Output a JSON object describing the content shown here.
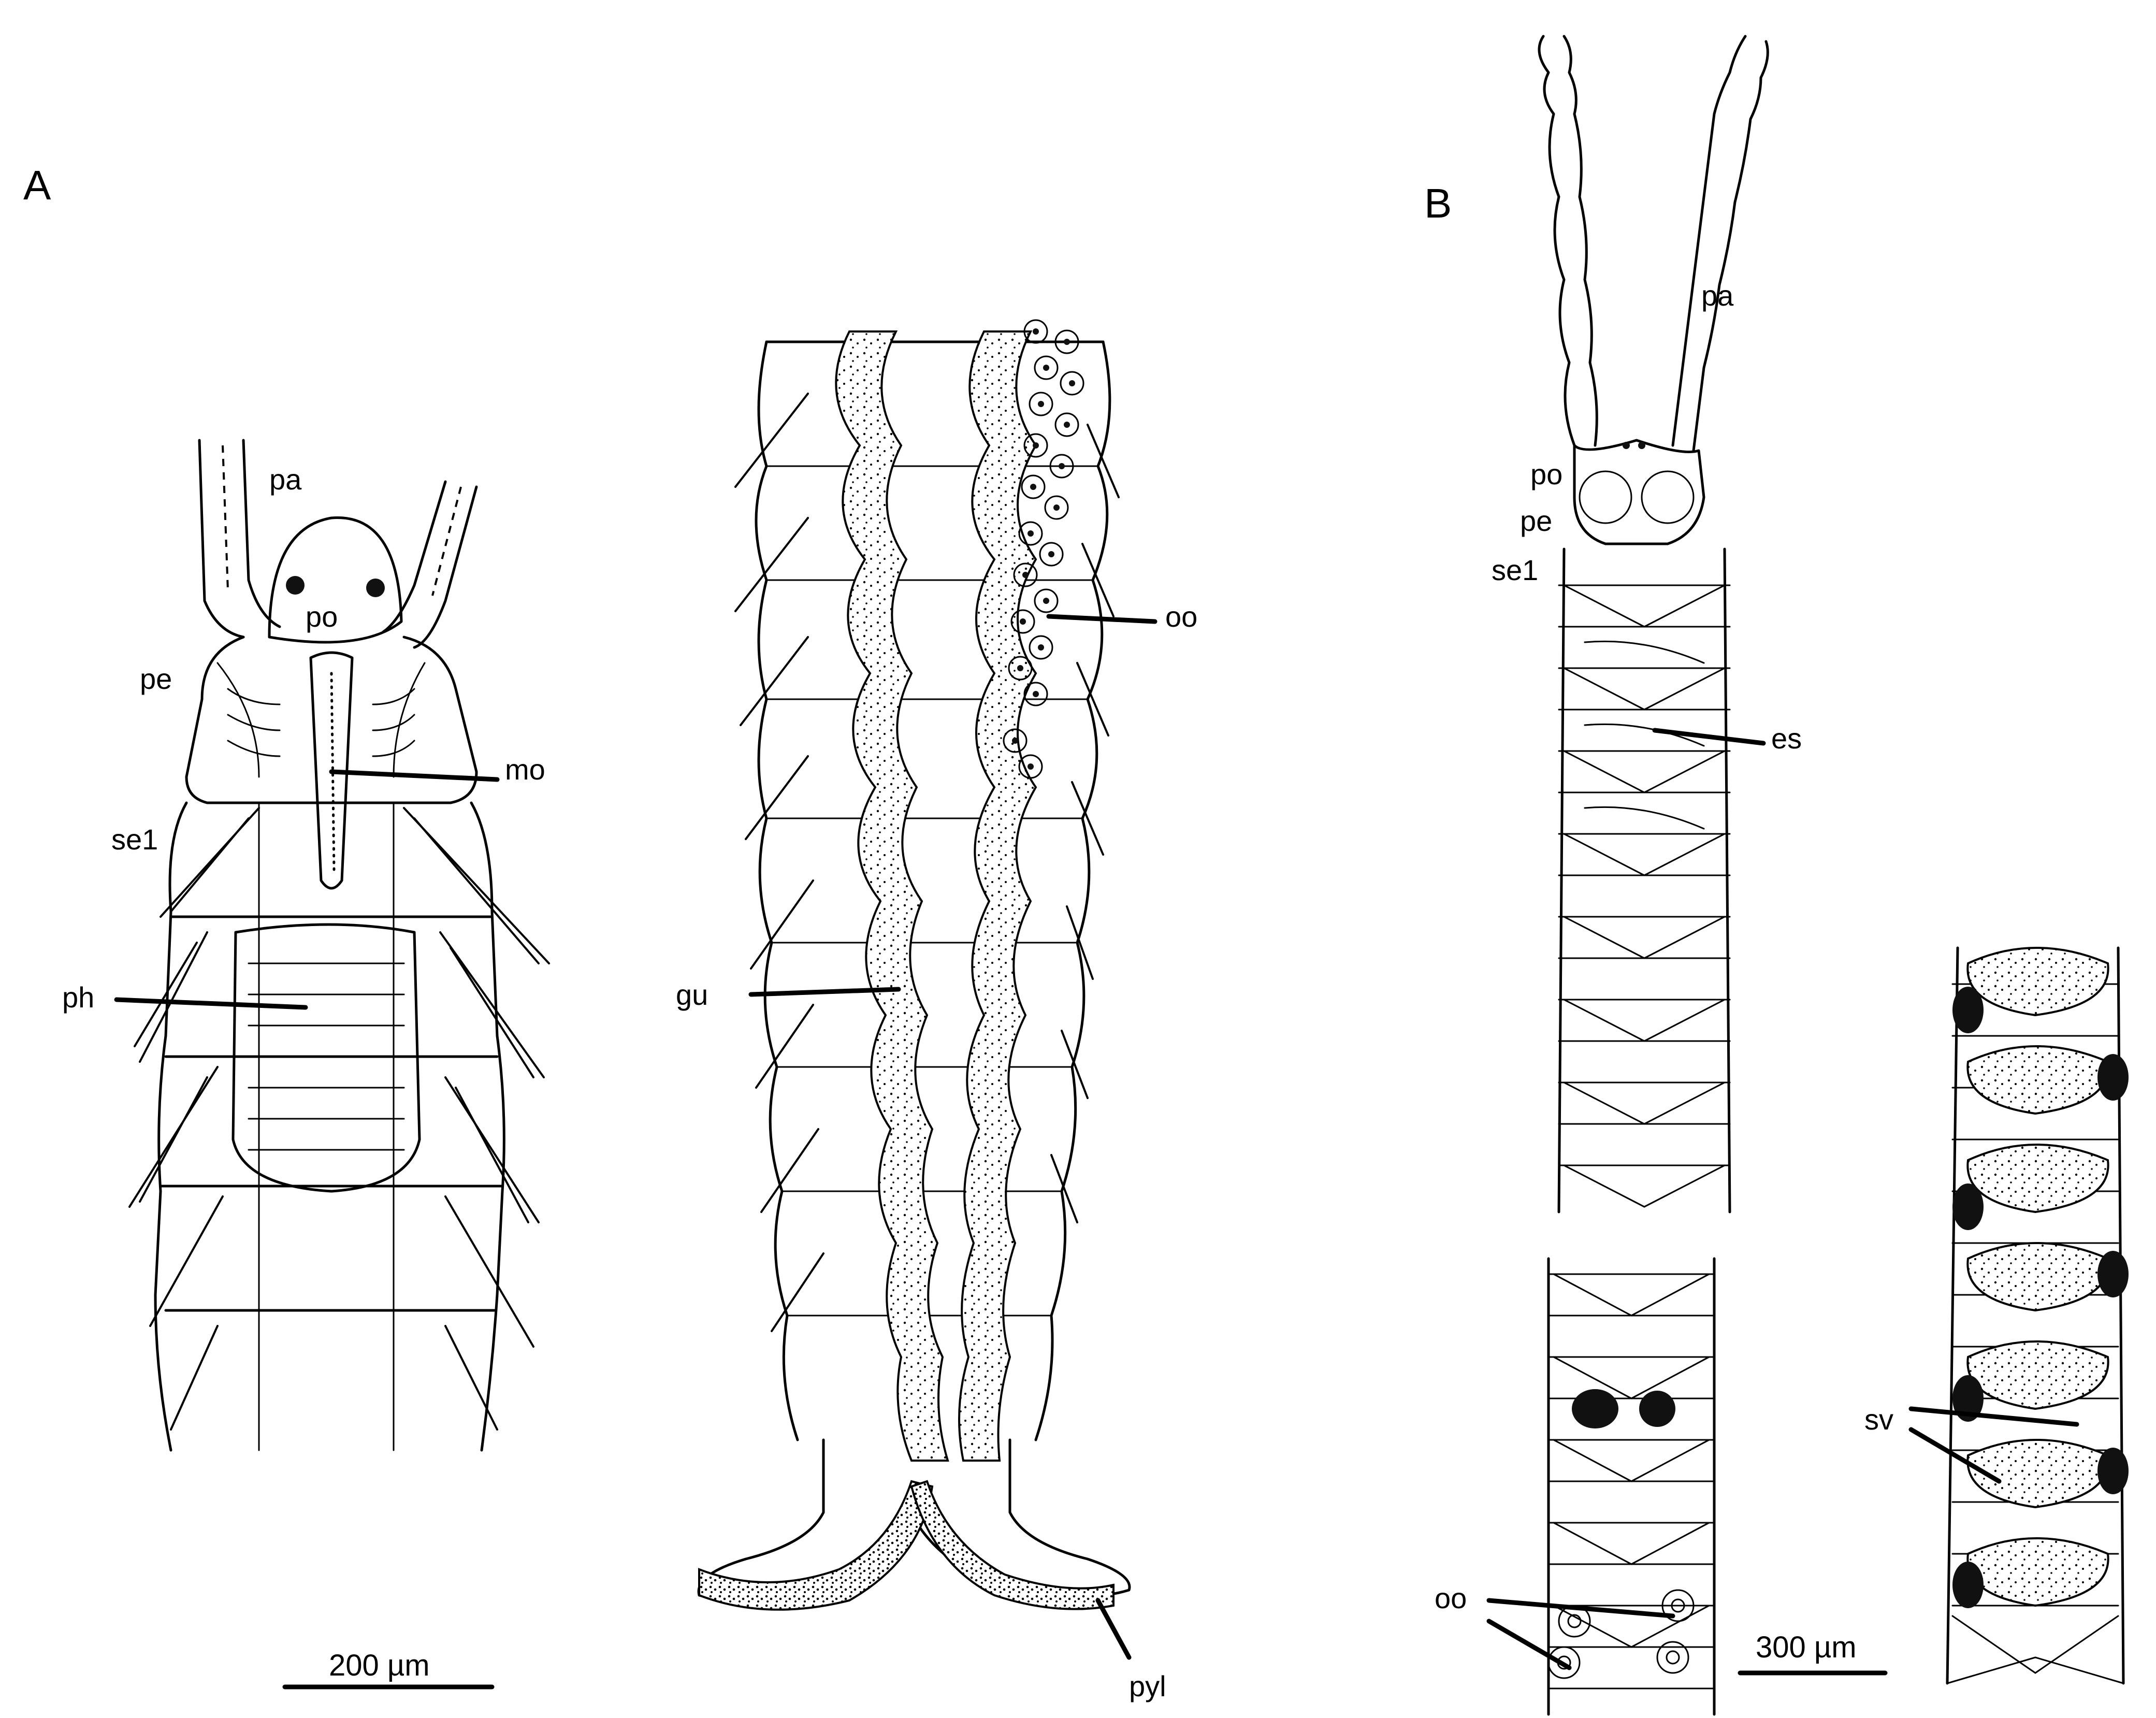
{
  "figure": {
    "panel_a": {
      "letter": "A",
      "scale_bar": "200 µm"
    },
    "panel_b": {
      "letter": "B",
      "scale_bar": "300 µm"
    }
  },
  "labels_a": {
    "pa": "pa",
    "po": "po",
    "pe": "pe",
    "mo": "mo",
    "se1": "se1",
    "ph": "ph",
    "oo": "oo",
    "gu": "gu",
    "pyl": "pyl"
  },
  "labels_b": {
    "pa": "pa",
    "po": "po",
    "pe": "pe",
    "se1": "se1",
    "es": "es",
    "oo": "oo",
    "sv": "sv"
  }
}
